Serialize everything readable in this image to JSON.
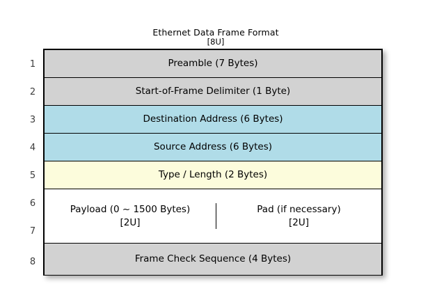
{
  "title": {
    "main": "Ethernet Data Frame Format",
    "sub": "[8U]"
  },
  "colors": {
    "gray": "#d2d2d2",
    "blue": "#b0dce8",
    "yellow": "#fcfcdc",
    "white": "#ffffff",
    "border": "#000000",
    "text": "#000000"
  },
  "row_numbers": [
    "1",
    "2",
    "3",
    "4",
    "5",
    "6",
    "7",
    "8"
  ],
  "frame_fields": [
    {
      "index": 1,
      "label": "Preamble (7 Bytes)",
      "fill": "gray",
      "span": 1
    },
    {
      "index": 2,
      "label": "Start-of-Frame Delimiter (1 Byte)",
      "fill": "gray",
      "span": 1
    },
    {
      "index": 3,
      "label": "Destination Address (6 Bytes)",
      "fill": "blue",
      "span": 1
    },
    {
      "index": 4,
      "label": "Source Address (6 Bytes)",
      "fill": "blue",
      "span": 1
    },
    {
      "index": 5,
      "label": "Type / Length (2 Bytes)",
      "fill": "yellow",
      "span": 1
    },
    {
      "index": 6,
      "fill": "white",
      "span": 2,
      "split": true,
      "left": {
        "line1": "Payload (0 ~ 1500 Bytes)",
        "line2": "[2U]"
      },
      "right": {
        "line1": "Pad (if necessary)",
        "line2": "[2U]"
      }
    },
    {
      "index": 8,
      "label": "Frame Check Sequence (4 Bytes)",
      "fill": "gray",
      "span": 1
    }
  ]
}
